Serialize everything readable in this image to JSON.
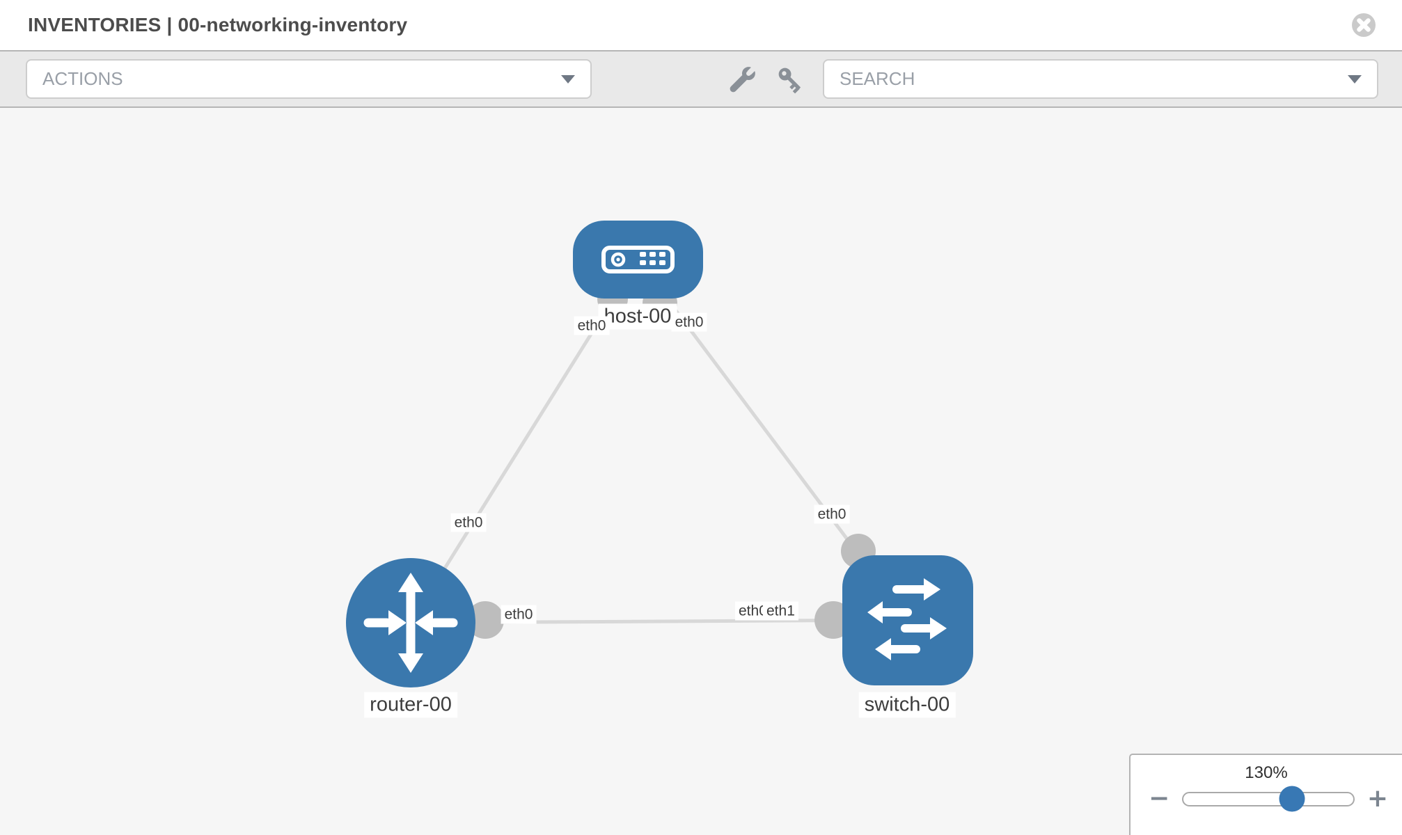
{
  "header": {
    "title": "INVENTORIES | 00-networking-inventory"
  },
  "toolbar": {
    "actions_label": "ACTIONS",
    "search_label": "SEARCH",
    "icons": [
      "wrench-icon",
      "key-icon"
    ]
  },
  "topology": {
    "nodes": [
      {
        "id": "host-00",
        "label": "host-00",
        "type": "host",
        "icon": "host-icon"
      },
      {
        "id": "router-00",
        "label": "router-00",
        "type": "router",
        "icon": "router-icon"
      },
      {
        "id": "switch-00",
        "label": "switch-00",
        "type": "switch",
        "icon": "switch-icon"
      }
    ],
    "links": [
      {
        "from": "host-00",
        "to": "router-00",
        "from_interface": "eth0",
        "to_interface": "eth0"
      },
      {
        "from": "host-00",
        "to": "switch-00",
        "from_interface": "eth0",
        "to_interface": "eth0"
      },
      {
        "from": "router-00",
        "to": "switch-00",
        "from_interface": "eth0",
        "to_interface": "eth1",
        "to_interface_hidden": "eth0"
      }
    ]
  },
  "zoom_control": {
    "level": "130%",
    "minus_label": "−",
    "plus_label": "+"
  },
  "colors": {
    "node_blue": "#3a78ad",
    "link_gray": "#d8d8d8",
    "dot_gray": "#bdbdbd",
    "slider_handle_blue": "#3878b4",
    "toolbar_gray": "#e9e9e9",
    "canvas_gray": "#f6f6f6"
  }
}
